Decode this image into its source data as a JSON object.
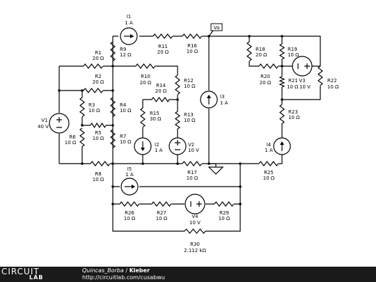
{
  "components": {
    "I1": {
      "name": "I1",
      "value": "1 A"
    },
    "R9": {
      "name": "R9",
      "value": "12 Ω"
    },
    "R11": {
      "name": "R11",
      "value": "20 Ω"
    },
    "R16": {
      "name": "R16",
      "value": "10 Ω"
    },
    "R1": {
      "name": "R1",
      "value": "20 Ω"
    },
    "R2": {
      "name": "R2",
      "value": "20 Ω"
    },
    "R10": {
      "name": "R10",
      "value": "20 Ω"
    },
    "R12": {
      "name": "R12",
      "value": "10 Ω"
    },
    "R14": {
      "name": "R14",
      "value": "20 Ω"
    },
    "R3": {
      "name": "R3",
      "value": "10 Ω"
    },
    "R4": {
      "name": "R4",
      "value": "10 Ω"
    },
    "R15": {
      "name": "R15",
      "value": "30 Ω"
    },
    "R13": {
      "name": "R13",
      "value": "10 Ω"
    },
    "I3": {
      "name": "I3",
      "value": "1 A"
    },
    "V1": {
      "name": "V1",
      "value": "40 V"
    },
    "R5": {
      "name": "R5",
      "value": "10 Ω"
    },
    "R6": {
      "name": "R6",
      "value": "10 Ω"
    },
    "R7": {
      "name": "R7",
      "value": "10 Ω"
    },
    "I2": {
      "name": "I2",
      "value": "1 A"
    },
    "V2": {
      "name": "V2",
      "value": "10 V"
    },
    "R8": {
      "name": "R8",
      "value": "10 Ω"
    },
    "R17": {
      "name": "R17",
      "value": "10 Ω"
    },
    "I5": {
      "name": "I5",
      "value": "1 A"
    },
    "R18": {
      "name": "R18",
      "value": "20 Ω"
    },
    "R19": {
      "name": "R19",
      "value": "10 Ω"
    },
    "R20": {
      "name": "R20",
      "value": "20 Ω"
    },
    "V3": {
      "name": "V3",
      "value": "10 V"
    },
    "R21": {
      "name": "R21",
      "value": "10 Ω"
    },
    "R22": {
      "name": "R22",
      "value": "10 Ω"
    },
    "R23": {
      "name": "R23",
      "value": "10 Ω"
    },
    "I4": {
      "name": "I4",
      "value": "1 A"
    },
    "R25": {
      "name": "R25",
      "value": "10 Ω"
    },
    "R26": {
      "name": "R26",
      "value": "10 Ω"
    },
    "R27": {
      "name": "R27",
      "value": "10 Ω"
    },
    "V4": {
      "name": "V4",
      "value": "10 V"
    },
    "R29": {
      "name": "R29",
      "value": "10 Ω"
    },
    "R30": {
      "name": "R30",
      "value": "2.112 kΩ"
    }
  },
  "node_label": "Va",
  "footer": {
    "logo_top": "CIRCUIT",
    "logo_bottom": "LAB",
    "author": "Quincas_Borba",
    "separator": " / ",
    "title": "Kleber",
    "url": "http://circuitlab.com/cusabwu"
  }
}
